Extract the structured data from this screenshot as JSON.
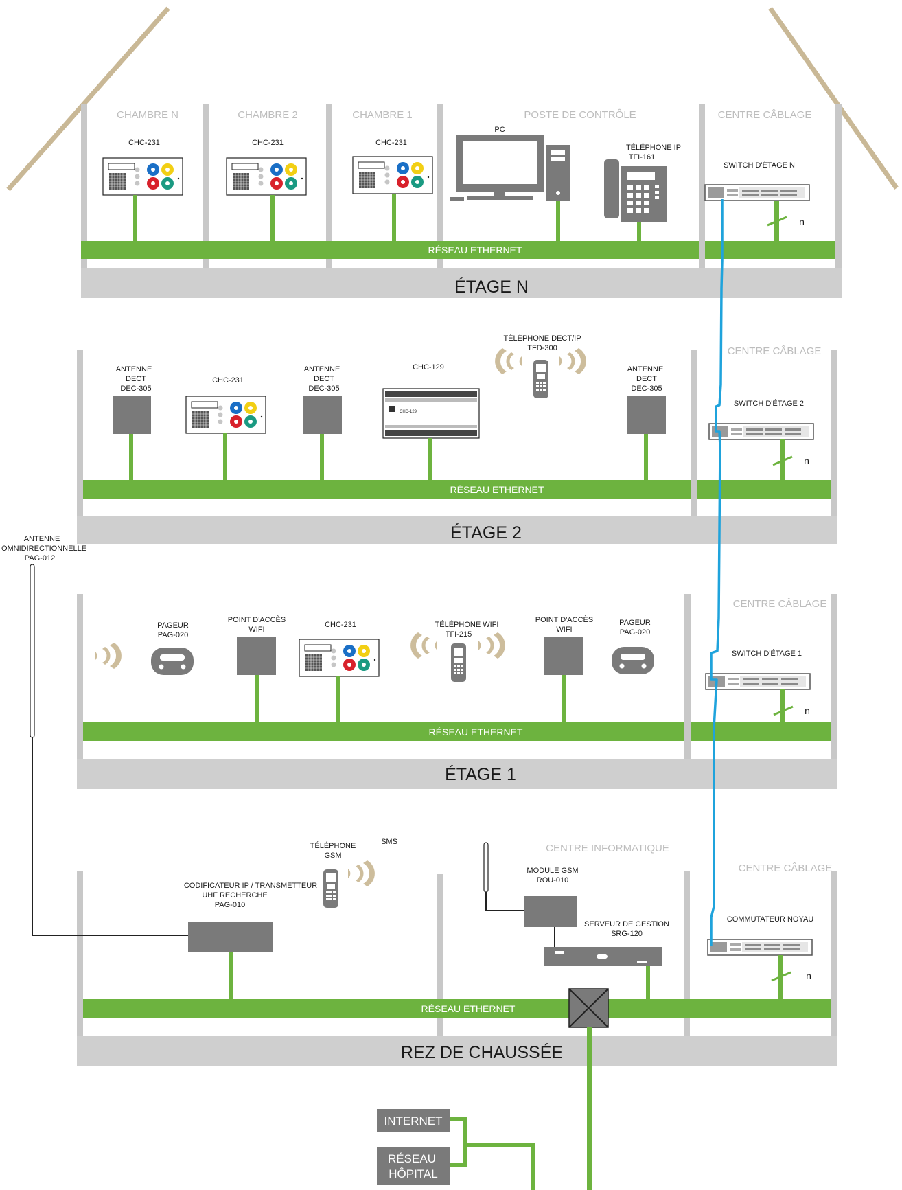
{
  "colors": {
    "ethernet_green": "#6db33f",
    "uplink_blue": "#1fa3dc",
    "wall_grey": "#c8c8c8",
    "floor_grey": "#cfcfcf",
    "roof_tan": "#c9b896",
    "device_grey": "#7a7a7a",
    "wave_tan": "#cdbd9c",
    "key_blue": "#1a6fc6",
    "key_yellow": "#f2cf14",
    "key_red": "#d8212b",
    "key_teal": "#1a9a82"
  },
  "floors": {
    "n": {
      "label": "ÉTAGE N",
      "ethernet": "RÉSEAU ETHERNET"
    },
    "f2": {
      "label": "ÉTAGE 2",
      "ethernet": "RÉSEAU ETHERNET"
    },
    "f1": {
      "label": "ÉTAGE 1",
      "ethernet": "RÉSEAU ETHERNET"
    },
    "rdc": {
      "label": "REZ DE CHAUSSÉE",
      "ethernet": "RÉSEAU ETHERNET"
    }
  },
  "rooms": {
    "chambre_n": "CHAMBRE N",
    "chambre_2": "CHAMBRE 2",
    "chambre_1": "CHAMBRE 1",
    "poste_controle": "POSTE DE CONTRÔLE",
    "centre_cablage": "CENTRE CÂBLAGE",
    "centre_informatique": "CENTRE INFORMATIQUE"
  },
  "devices": {
    "chc231": "CHC-231",
    "pc": "PC",
    "tel_ip": [
      "TÉLÉPHONE IP",
      "TFI-161"
    ],
    "switch_n": "SWITCH  D'ÉTAGE N",
    "switch_2": "SWITCH  D'ÉTAGE 2",
    "switch_1": "SWITCH  D'ÉTAGE 1",
    "core_switch": "COMMUTATEUR NOYAU",
    "switch_count": "n",
    "antenne_dect": [
      "ANTENNE",
      "DECT",
      "DEC-305"
    ],
    "chc129": "CHC-129",
    "tel_dect": [
      "TÉLÉPHONE DECT/IP",
      "TFD-300"
    ],
    "pageur": [
      "PAGEUR",
      "PAG-020"
    ],
    "point_acces": [
      "POINT D'ACCÈS",
      "WIFI"
    ],
    "tel_wifi": [
      "TÉLÉPHONE WIFI",
      "TFI-215"
    ],
    "antenne_omni": [
      "ANTENNE",
      "OMNIDIRECTIONNELLE",
      "PAG-012"
    ],
    "codificateur": [
      "CODIFICATEUR IP / TRANSMETTEUR",
      "UHF RECHERCHE",
      "PAG-010"
    ],
    "tel_gsm": [
      "TÉLÉPHONE",
      "GSM"
    ],
    "sms": "SMS",
    "module_gsm": [
      "MODULE GSM",
      "ROU-010"
    ],
    "serveur": [
      "SERVEUR DE GESTION",
      "SRG-120"
    ],
    "chc129_mini": "CHC-129"
  },
  "external": {
    "internet": "INTERNET",
    "reseau_hopital": [
      "RÉSEAU",
      "HÔPITAL"
    ]
  }
}
